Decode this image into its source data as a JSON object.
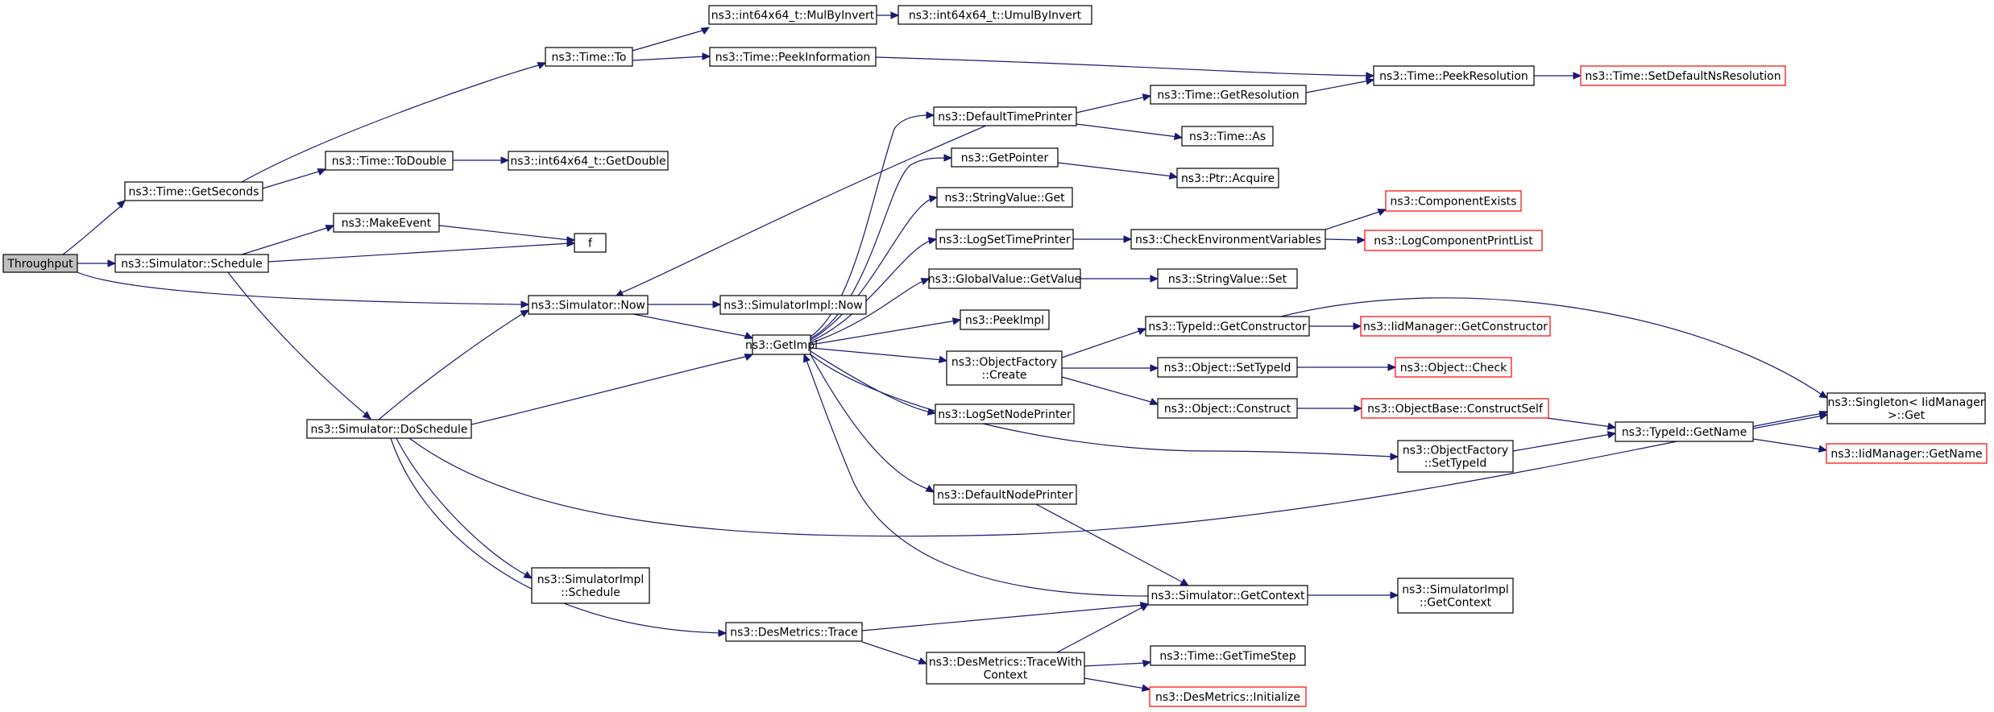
{
  "colors": {
    "edge": "#191970",
    "node_border": "#000000",
    "truncated_border": "#ff0000",
    "root_fill": "#bfbfbf"
  },
  "nodes": {
    "throughput": "Throughput",
    "getSeconds": "ns3::Time::GetSeconds",
    "schedule": "ns3::Simulator::Schedule",
    "toDouble": "ns3::Time::ToDouble",
    "timeTo": "ns3::Time::To",
    "mulByInvert": "ns3::int64x64_t::MulByInvert",
    "umulByInvert": "ns3::int64x64_t::UmulByInvert",
    "peekInformation": "ns3::Time::PeekInformation",
    "getDouble": "ns3::int64x64_t::GetDouble",
    "makeEvent": "ns3::MakeEvent",
    "f": "f",
    "simNow": "ns3::Simulator::Now",
    "simImplNow": "ns3::SimulatorImpl::Now",
    "getImpl": "ns3::GetImpl",
    "doSchedule": "ns3::Simulator::DoSchedule",
    "simImplSchedule": [
      "ns3::SimulatorImpl",
      "::Schedule"
    ],
    "desTrace": "ns3::DesMetrics::Trace",
    "desTraceWithContext": [
      "ns3::DesMetrics::TraceWith",
      "Context"
    ],
    "defaultTimePrinter": "ns3::DefaultTimePrinter",
    "getPointer": "ns3::GetPointer",
    "stringValueGet": "ns3::StringValue::Get",
    "logSetTimePrinter": "ns3::LogSetTimePrinter",
    "globalValueGetValue": "ns3::GlobalValue::GetValue",
    "peekImpl": "ns3::PeekImpl",
    "objectFactoryCreate": [
      "ns3::ObjectFactory",
      "::Create"
    ],
    "logSetNodePrinter": "ns3::LogSetNodePrinter",
    "objectFactorySetTypeId": [
      "ns3::ObjectFactory",
      "::SetTypeId"
    ],
    "defaultNodePrinter": "ns3::DefaultNodePrinter",
    "getContext": "ns3::Simulator::GetContext",
    "simImplGetContext": [
      "ns3::SimulatorImpl",
      "::GetContext"
    ],
    "getTimeStep": "ns3::Time::GetTimeStep",
    "desInitialize": "ns3::DesMetrics::Initialize",
    "getResolution": "ns3::Time::GetResolution",
    "peekResolution": "ns3::Time::PeekResolution",
    "setDefaultNsResolution": "ns3::Time::SetDefaultNsResolution",
    "timeAs": "ns3::Time::As",
    "ptrAcquire": "ns3::Ptr::Acquire",
    "checkEnvVars": "ns3::CheckEnvironmentVariables",
    "componentExists": "ns3::ComponentExists",
    "logComponentPrintList": "ns3::LogComponentPrintList",
    "stringValueSet": "ns3::StringValue::Set",
    "typeIdGetConstructor": "ns3::TypeId::GetConstructor",
    "iidGetConstructor": "ns3::IidManager::GetConstructor",
    "objectSetTypeId": "ns3::Object::SetTypeId",
    "objectCheck": "ns3::Object::Check",
    "objectConstruct": "ns3::Object::Construct",
    "constructSelf": "ns3::ObjectBase::ConstructSelf",
    "typeIdGetName": "ns3::TypeId::GetName",
    "singletonGet": [
      "ns3::Singleton< IidManager",
      " >::Get"
    ],
    "iidGetName": "ns3::IidManager::GetName"
  }
}
